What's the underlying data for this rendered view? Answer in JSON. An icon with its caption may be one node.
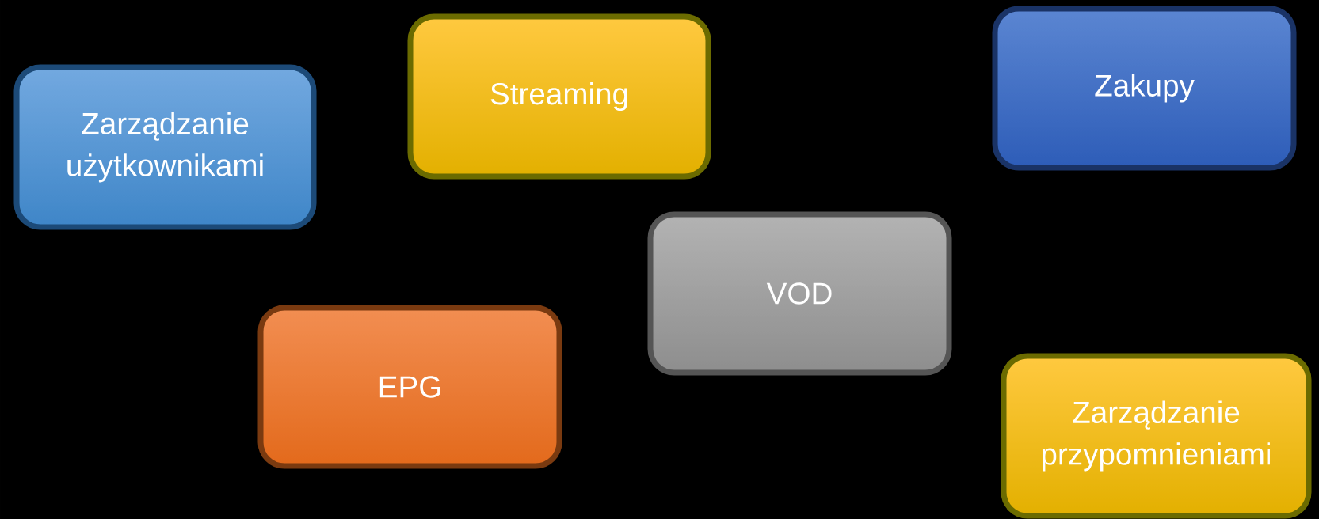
{
  "diagram": {
    "nodes": [
      {
        "text": [
          "Zarządzanie użytkownikami"
        ]
      },
      {
        "text": [
          "Streaming"
        ]
      },
      {
        "text": [
          "Zakupy"
        ]
      },
      {
        "text": [
          "VOD"
        ]
      },
      {
        "text": [
          "EPG"
        ]
      },
      {
        "text": [
          "Zarządzanie przypomnieniami"
        ]
      }
    ]
  }
}
